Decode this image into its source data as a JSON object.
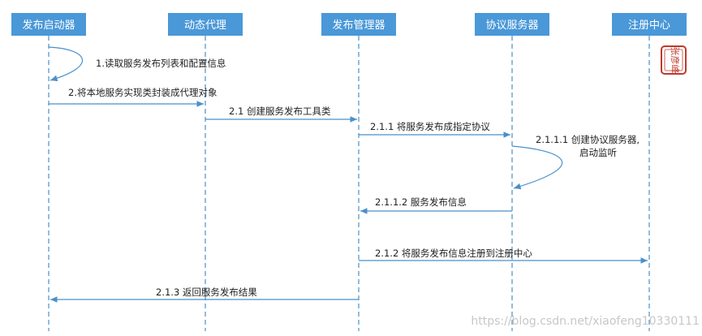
{
  "participants": [
    {
      "id": "p1",
      "label": "发布启动器"
    },
    {
      "id": "p2",
      "label": "动态代理"
    },
    {
      "id": "p3",
      "label": "发布管理器"
    },
    {
      "id": "p4",
      "label": "协议服务器"
    },
    {
      "id": "p5",
      "label": "注册中心"
    }
  ],
  "messages": [
    {
      "from": "p1",
      "to": "p1",
      "label": "1.读取服务发布列表和配置信息"
    },
    {
      "from": "p1",
      "to": "p2",
      "label": "2.将本地服务实现类封装成代理对象"
    },
    {
      "from": "p2",
      "to": "p3",
      "label": "2.1 创建服务发布工具类"
    },
    {
      "from": "p3",
      "to": "p4",
      "label": "2.1.1 将服务发布成指定协议"
    },
    {
      "from": "p4",
      "to": "p4",
      "label": "2.1.1.1 创建协议服务器,",
      "label2": "启动监听"
    },
    {
      "from": "p4",
      "to": "p3",
      "label": "2.1.1.2 服务发布信息"
    },
    {
      "from": "p3",
      "to": "p5",
      "label": "2.1.2 将服务发布信息注册到注册中心"
    },
    {
      "from": "p3",
      "to": "p1",
      "label": "2.1.3 返回服务发布结果"
    }
  ],
  "seal_text": "张彦峰",
  "watermark": "https://blog.csdn.net/xiaofeng10330111",
  "colors": {
    "line": "#4a90c8",
    "header": "#4a98d8",
    "seal": "#c0392b"
  }
}
